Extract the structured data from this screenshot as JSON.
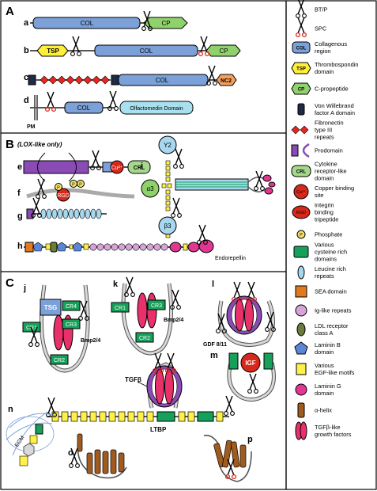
{
  "panels": {
    "A": "A",
    "B": "B",
    "C": "C",
    "B_note": "(LOX-like only)"
  },
  "rows": {
    "a": "a",
    "b": "b",
    "c": "c",
    "d": "d",
    "e": "e",
    "f": "f",
    "g": "g",
    "h": "h",
    "i": "i",
    "j": "j",
    "k": "k",
    "l": "l",
    "m": "m",
    "n": "n",
    "o": "o",
    "p": "p"
  },
  "labels": {
    "col": "COL",
    "cp": "CP",
    "tsp": "TSP",
    "nc2": "NC2",
    "olfactomedin": "Olfactomedin Domain",
    "pm": "PM",
    "cu": "Cu²⁺",
    "crl": "CRL",
    "rgd": "RGD",
    "p": "P",
    "a3": "α3",
    "b3": "β3",
    "y2": "Y2",
    "endorepellin": "Endorepellin",
    "tsg": "TSG",
    "cr1": "CR1",
    "cr2": "CR2",
    "cr3": "CR3",
    "cr4": "CR4",
    "bmp": "Bmp2/4",
    "gdf": "GDF 8/11",
    "igf": "IGF",
    "tgfb": "TGFβ",
    "ltbp": "LTBP",
    "ecm": "ECM"
  },
  "legend": [
    {
      "icon": "scissors-black",
      "text": "BT/P"
    },
    {
      "icon": "scissors-red",
      "text": "SPC"
    },
    {
      "icon": "col",
      "text": "Collagenous region",
      "badge": "COL"
    },
    {
      "icon": "tsp",
      "text": "Thrombospondin domain",
      "badge": "TSP"
    },
    {
      "icon": "cp",
      "text": "C-propeptide",
      "badge": "CP"
    },
    {
      "icon": "vwa",
      "text": "Von Willebrand factor A domain"
    },
    {
      "icon": "fn3",
      "text": "Fibronectin type III repeats"
    },
    {
      "icon": "prodomain",
      "text": "Prodomain"
    },
    {
      "icon": "crl",
      "text": "Cytokine receptor-like domain",
      "badge": "CRL"
    },
    {
      "icon": "cu",
      "text": "Copper binding site",
      "badge": "Cu²⁺"
    },
    {
      "icon": "rgd",
      "text": "Integrin binding tripeptide",
      "badge": "RGD"
    },
    {
      "icon": "phosphate",
      "text": "Phosphate",
      "badge": "P"
    },
    {
      "icon": "cys",
      "text": "Various cysteine rich domains"
    },
    {
      "icon": "lrr",
      "text": "Leucine rich repeats"
    },
    {
      "icon": "sea",
      "text": "SEA domain"
    },
    {
      "icon": "ig",
      "text": "Ig-like repeats"
    },
    {
      "icon": "ldl",
      "text": "LDL receptor class A"
    },
    {
      "icon": "lamb",
      "text": "Laminin B domain"
    },
    {
      "icon": "egf",
      "text": "Various EGF-like motifs"
    },
    {
      "icon": "lamg",
      "text": "Laminin G domain"
    },
    {
      "icon": "helix",
      "text": "α-helix"
    },
    {
      "icon": "tgfb",
      "text": "TGFβ-like growth factors"
    }
  ],
  "colors": {
    "col": "#7ba1d8",
    "cp": "#8fd26c",
    "tsp": "#ffef3a",
    "vwa": "#1f2a44",
    "fn3": "#e8261f",
    "prodomain": "#8a4bb5",
    "crl": "#a5d88a",
    "red": "#d8281c",
    "phosphate": "#f2e26a",
    "cys": "#16a05a",
    "lrr": "#a8d8ef",
    "sea": "#e07a1e",
    "ig": "#d7a4d9",
    "ldl": "#6b7d3a",
    "lamb": "#5b86d6",
    "egf": "#fff04a",
    "lamg": "#e03791",
    "helix": "#a25b1f",
    "tgfb": "#e8306a"
  }
}
